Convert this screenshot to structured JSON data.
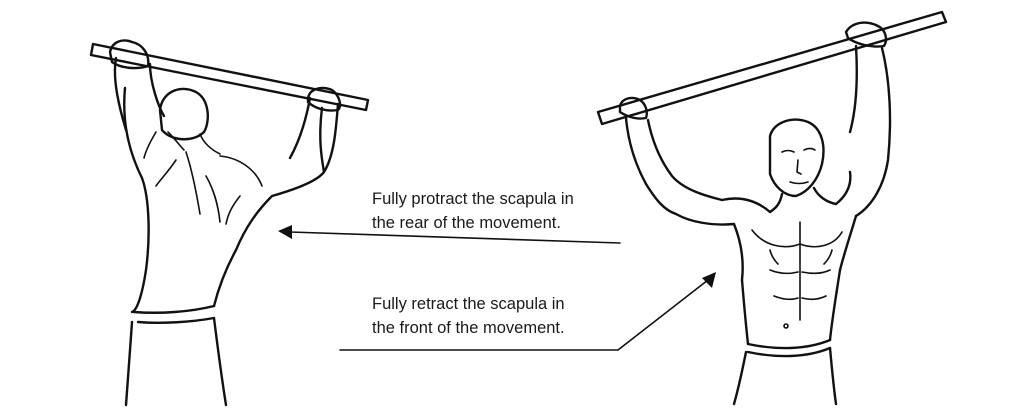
{
  "captions": {
    "protract": [
      "Fully protract the scapula in",
      "the rear of the movement."
    ],
    "retract": [
      "Fully retract the scapula in",
      "the front of the movement."
    ]
  },
  "colors": {
    "ink": "#111111",
    "background": "#ffffff"
  }
}
